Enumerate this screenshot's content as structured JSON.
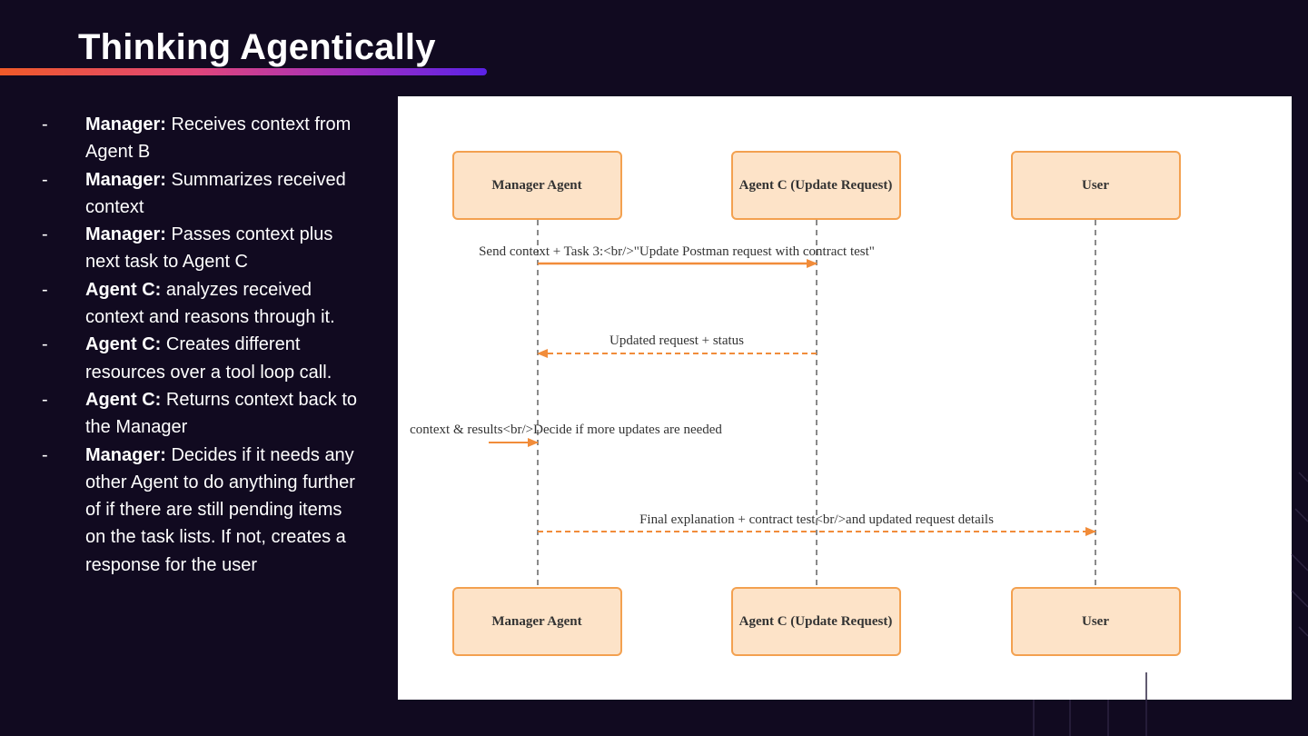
{
  "slide": {
    "title": "Thinking Agentically",
    "accent_gradient": [
      "#f05a28",
      "#e0467a",
      "#a22fc0",
      "#5a22e6"
    ],
    "background": "#110a20"
  },
  "bullets": [
    {
      "dash": "-",
      "lead": "Manager:",
      "text": " Receives context from Agent B"
    },
    {
      "dash": "-",
      "lead": "Manager:",
      "text": " Summarizes received context"
    },
    {
      "dash": "-",
      "lead": "Manager:",
      "text": " Passes context plus next task to Agent C"
    },
    {
      "dash": "-",
      "lead": "Agent C:",
      "text": " analyzes received context and reasons through it."
    },
    {
      "dash": "-",
      "lead": "Agent C:",
      "text": " Creates different resources over a tool loop call."
    },
    {
      "dash": "-",
      "lead": "Agent C:",
      "text": " Returns context back to the Manager"
    },
    {
      "dash": "-",
      "lead": "Manager:",
      "text": " Decides if it needs any other Agent to do anything further of if there are still pending items on the task lists. If not, creates a response for the user"
    }
  ],
  "diagram": {
    "colors": {
      "box_fill": "#fde3c8",
      "box_stroke": "#f3a150",
      "arrow": "#f18c3a",
      "lifeline": "#8a8a8a"
    },
    "participants": [
      {
        "id": "manager",
        "label": "Manager Agent"
      },
      {
        "id": "agent_c",
        "label": "Agent C (Update Request)"
      },
      {
        "id": "user",
        "label": "User"
      }
    ],
    "messages": [
      {
        "from": "manager",
        "to": "agent_c",
        "style": "solid",
        "label": "Send context + Task 3:<br/>\"Update Postman request with contract test\""
      },
      {
        "from": "agent_c",
        "to": "manager",
        "style": "dashed",
        "label": "Updated request + status"
      },
      {
        "from": "manager",
        "to": "manager",
        "style": "self",
        "label": "context & results<br/>Decide if more updates are needed"
      },
      {
        "from": "manager",
        "to": "user",
        "style": "dashed",
        "label": "Final explanation + contract test<br/>and updated request details"
      }
    ]
  }
}
